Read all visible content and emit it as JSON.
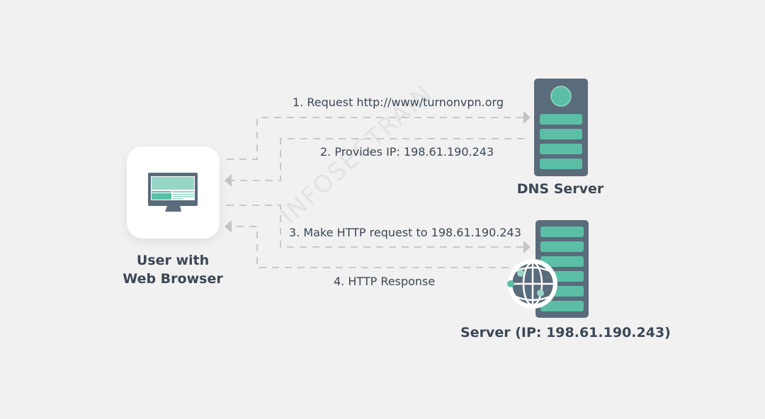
{
  "diagram": {
    "title": "DNS resolution and HTTP request flow",
    "nodes": {
      "client": {
        "label_line1": "User with",
        "label_line2": "Web Browser",
        "icon": "monitor-icon"
      },
      "dns": {
        "label": "DNS Server",
        "icon": "dns-server-icon"
      },
      "server": {
        "label": "Server (IP: 198.61.190.243)",
        "icon": "web-server-globe-icon"
      }
    },
    "steps": [
      {
        "label": "1. Request http://www/turnonvpn.org",
        "from": "client",
        "to": "dns"
      },
      {
        "label": "2. Provides IP: 198.61.190.243",
        "from": "dns",
        "to": "client"
      },
      {
        "label": "3. Make HTTP request to 198.61.190.243",
        "from": "client",
        "to": "server"
      },
      {
        "label": "4. HTTP Response",
        "from": "server",
        "to": "client"
      }
    ],
    "watermark": "INFOSECTRAIN",
    "colors": {
      "background": "#f1f1f1",
      "server_body": "#5a6b7b",
      "accent_teal": "#5bbfa6",
      "light_teal": "#97d6c6",
      "text": "#3b4754",
      "arrow": "#c4c4c4"
    }
  }
}
